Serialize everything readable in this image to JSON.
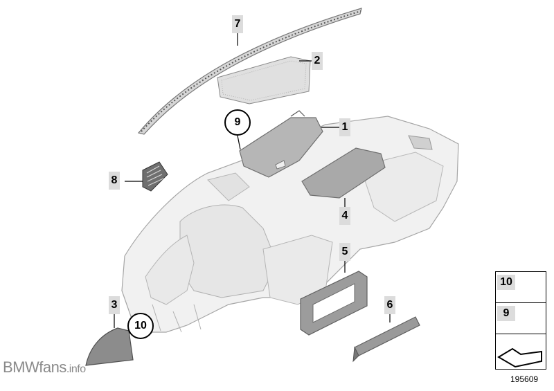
{
  "callouts": {
    "p1": "1",
    "p2": "2",
    "p3": "3",
    "p4": "4",
    "p5": "5",
    "p6": "6",
    "p7": "7",
    "p8": "8",
    "p9": "9",
    "p10": "10"
  },
  "legend": {
    "n10": "10",
    "n9": "9"
  },
  "watermark": {
    "brand": "BMWfans",
    "tld": ".info"
  },
  "diagram_number": "195609",
  "colors": {
    "part_fill": "#ececec",
    "part_stroke": "#9a9a9a",
    "trim_dark": "#8f8f8f",
    "label_bg": "#dcdcdc"
  }
}
